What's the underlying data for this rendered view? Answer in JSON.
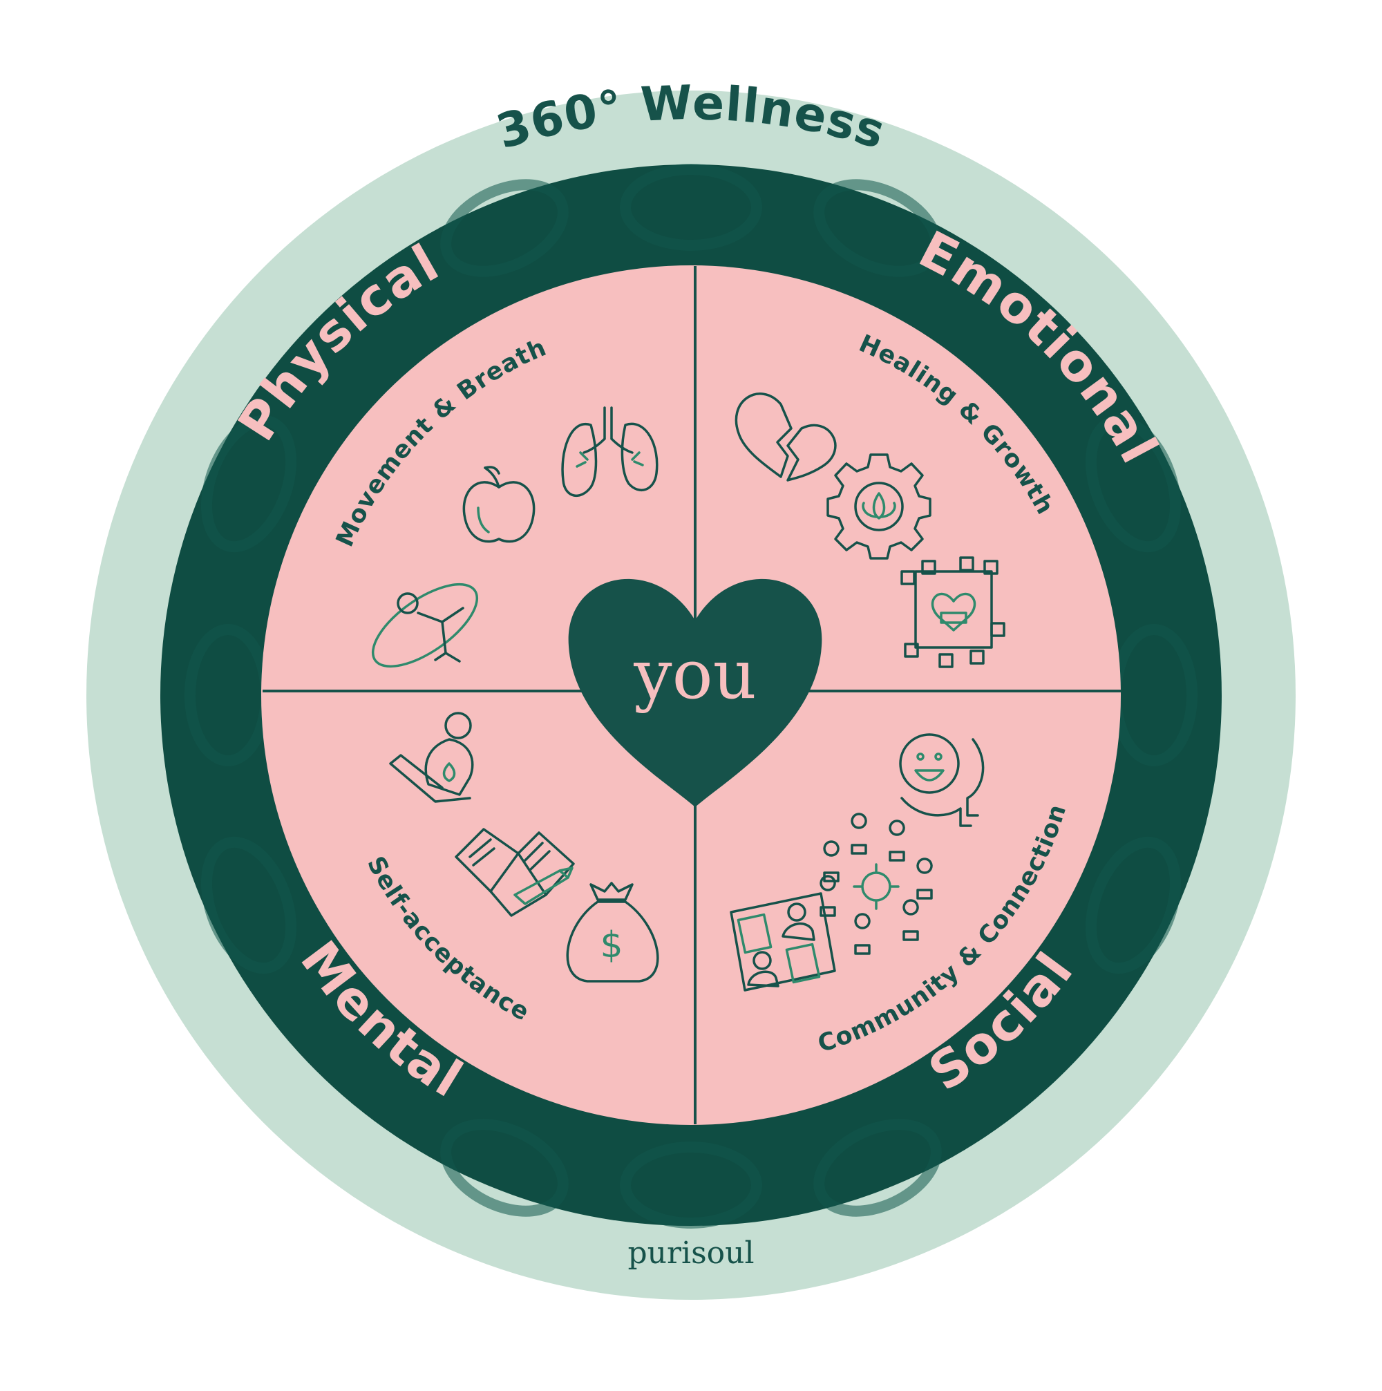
{
  "title": "360° Wellness",
  "center": "you",
  "brand": "purisoul",
  "colors": {
    "outer_ring": "#c6dfd3",
    "dark_ring": "#0f4d43",
    "quadrant_fill": "#f7bfbf",
    "heart": "#16524a",
    "text_dark": "#16524a",
    "text_pink": "#f7bfbf",
    "icon_accent": "#2f8a6c"
  },
  "quadrants": [
    {
      "name": "Physical",
      "subtitle": "Movement & Breath",
      "icons": [
        "lungs-icon",
        "apple-icon",
        "hula-hoop-icon"
      ]
    },
    {
      "name": "Emotional",
      "subtitle": "Healing & Growth",
      "icons": [
        "broken-heart-icon",
        "gear-lotus-icon",
        "community-heart-icon"
      ]
    },
    {
      "name": "Mental",
      "subtitle": "Self-acceptance",
      "icons": [
        "meditation-icon",
        "journal-icon",
        "money-bag-icon"
      ]
    },
    {
      "name": "Social",
      "subtitle": "Community & Connection",
      "icons": [
        "smile-hands-icon",
        "network-icon",
        "people-cards-icon"
      ]
    }
  ]
}
